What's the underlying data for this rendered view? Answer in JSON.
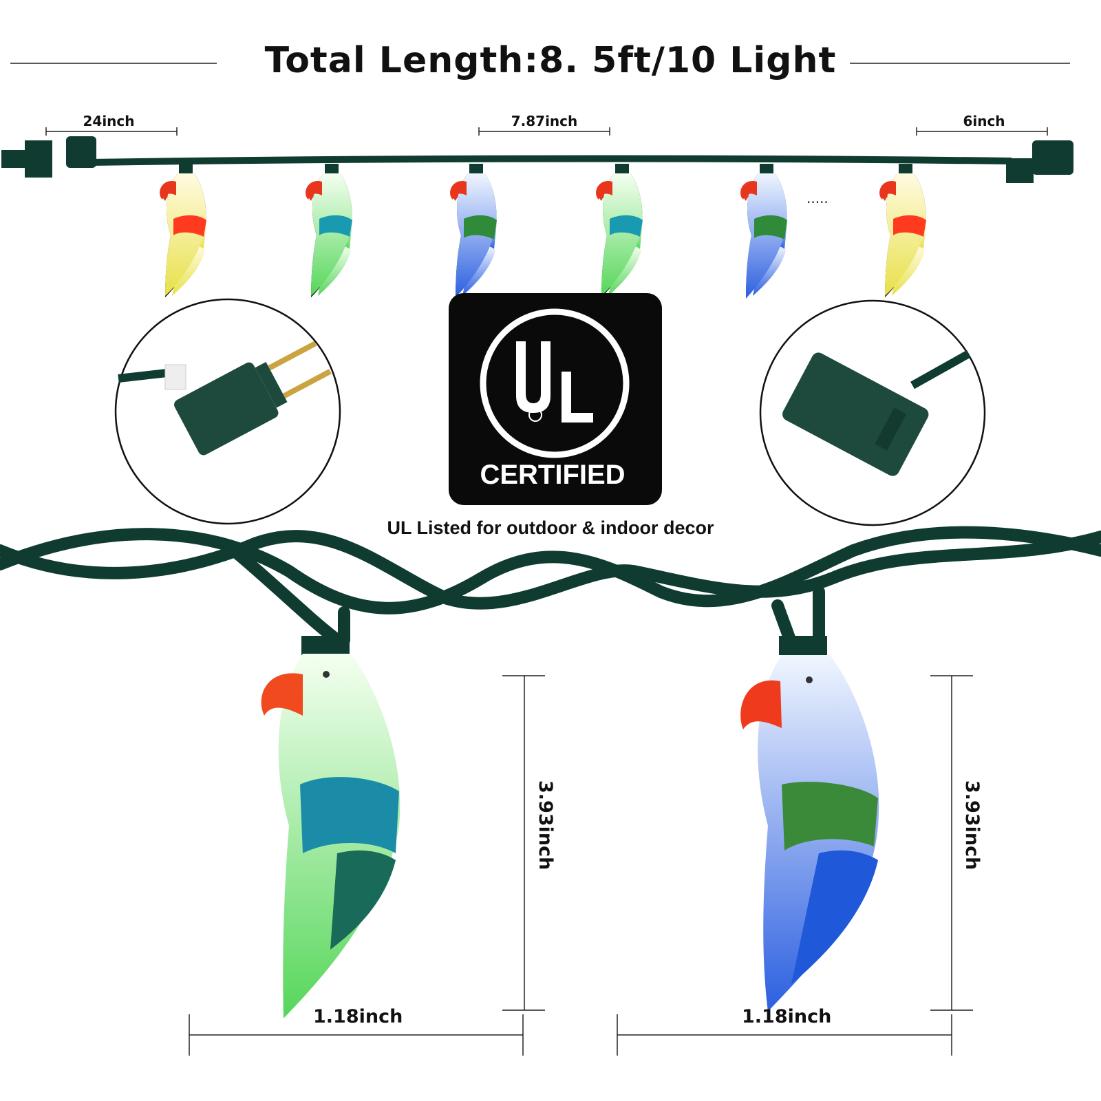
{
  "title": "Total Length:8. 5ft/10 Light",
  "dimensions": {
    "lead_in": "24inch",
    "spacing": "7.87inch",
    "lead_out": "6inch",
    "left_height": "3.93inch",
    "left_width": "1.18inch",
    "right_height": "3.93inch",
    "right_width": "1.18inch"
  },
  "ellipsis": ".....",
  "badge": {
    "logo": "UL",
    "label": "CERTIFIED"
  },
  "caption": "UL Listed for outdoor & indoor decor",
  "colors": {
    "cord": "#0f3b30",
    "badge_bg": "#0a0a0a",
    "beak": "#e8361c"
  },
  "small_parrots": [
    "yellow",
    "green",
    "blue",
    "green",
    "blue",
    "yellow"
  ]
}
